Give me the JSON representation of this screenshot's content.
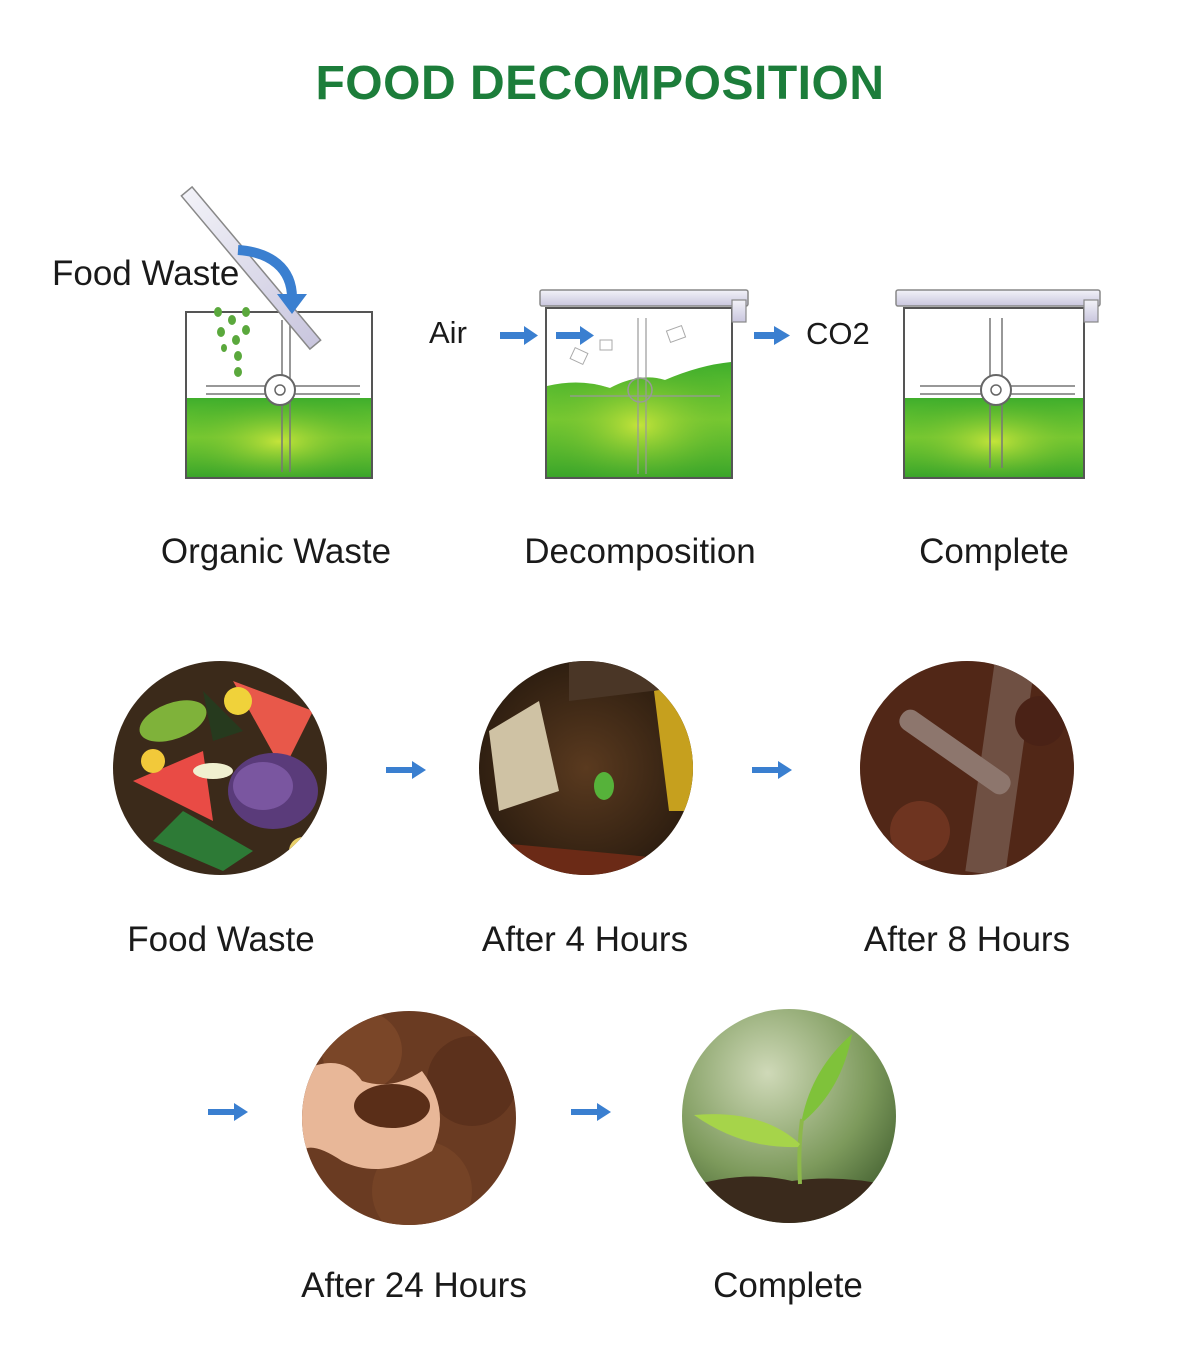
{
  "title": "FOOD DECOMPOSITION",
  "diagram": {
    "food_waste_label": "Food Waste",
    "air_label": "Air",
    "co2_label": "CO2",
    "stages": [
      {
        "label": "Organic Waste"
      },
      {
        "label": "Decomposition"
      },
      {
        "label": "Complete"
      }
    ]
  },
  "timeline": {
    "steps": [
      {
        "label": "Food Waste"
      },
      {
        "label": "After 4 Hours"
      },
      {
        "label": "After 8 Hours"
      },
      {
        "label": "After 24 Hours"
      },
      {
        "label": "Complete"
      }
    ]
  },
  "colors": {
    "title": "#1c7d3a",
    "arrow": "#3a7fd0",
    "liquid": "#46b530",
    "liquid_light": "#9bd83c"
  }
}
